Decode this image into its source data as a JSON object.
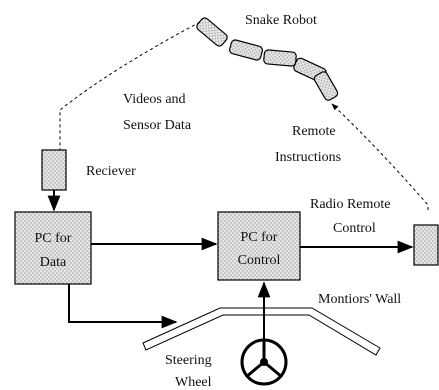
{
  "diagram": {
    "snake_robot": "Snake Robot",
    "videos_line1": "Videos and",
    "videos_line2": "Sensor Data",
    "remote_line1": "Remote",
    "remote_line2": "Instructions",
    "receiver": "Reciever",
    "radio_line1": "Radio Remote",
    "radio_line2": "Control",
    "pc_data_line1": "PC for",
    "pc_data_line2": "Data",
    "pc_control_line1": "PC for",
    "pc_control_line2": "Control",
    "monitors_wall": "Montiors' Wall",
    "steering_line1": "Steering",
    "steering_line2": "Wheel"
  }
}
